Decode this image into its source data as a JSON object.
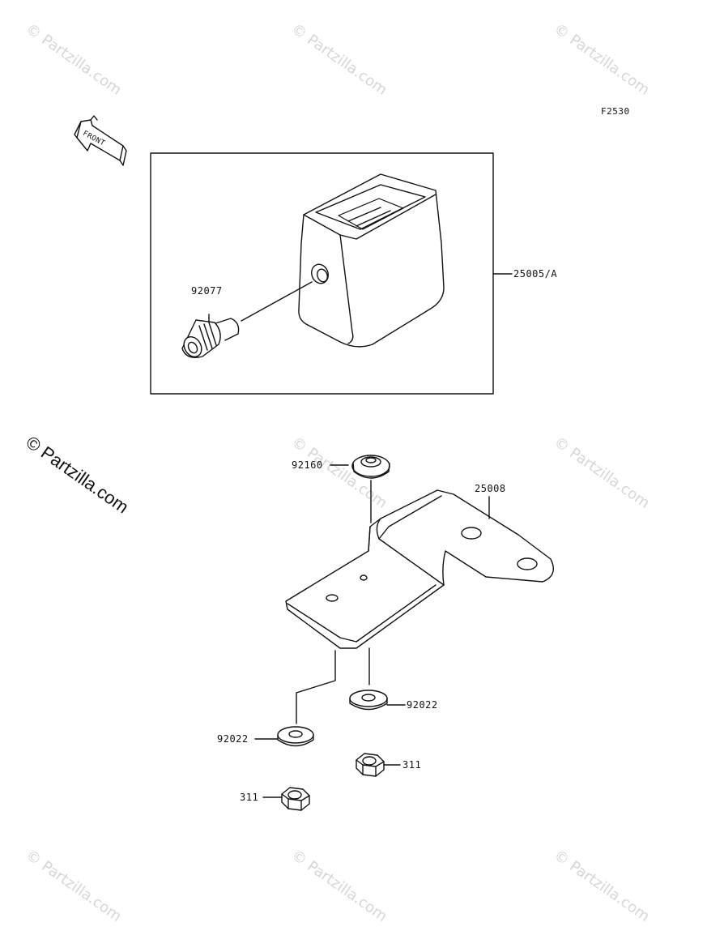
{
  "diagram": {
    "figure_code": "F2530",
    "front_label": "FRONT",
    "watermark": "© Partzilla.com",
    "parts": [
      {
        "id": "p_25005",
        "label": "25005/A"
      },
      {
        "id": "p_92077",
        "label": "92077"
      },
      {
        "id": "p_92160",
        "label": "92160"
      },
      {
        "id": "p_25008",
        "label": "25008"
      },
      {
        "id": "p_92022a",
        "label": "92022"
      },
      {
        "id": "p_92022b",
        "label": "92022"
      },
      {
        "id": "p_311a",
        "label": "311"
      },
      {
        "id": "p_311b",
        "label": "311"
      }
    ]
  }
}
